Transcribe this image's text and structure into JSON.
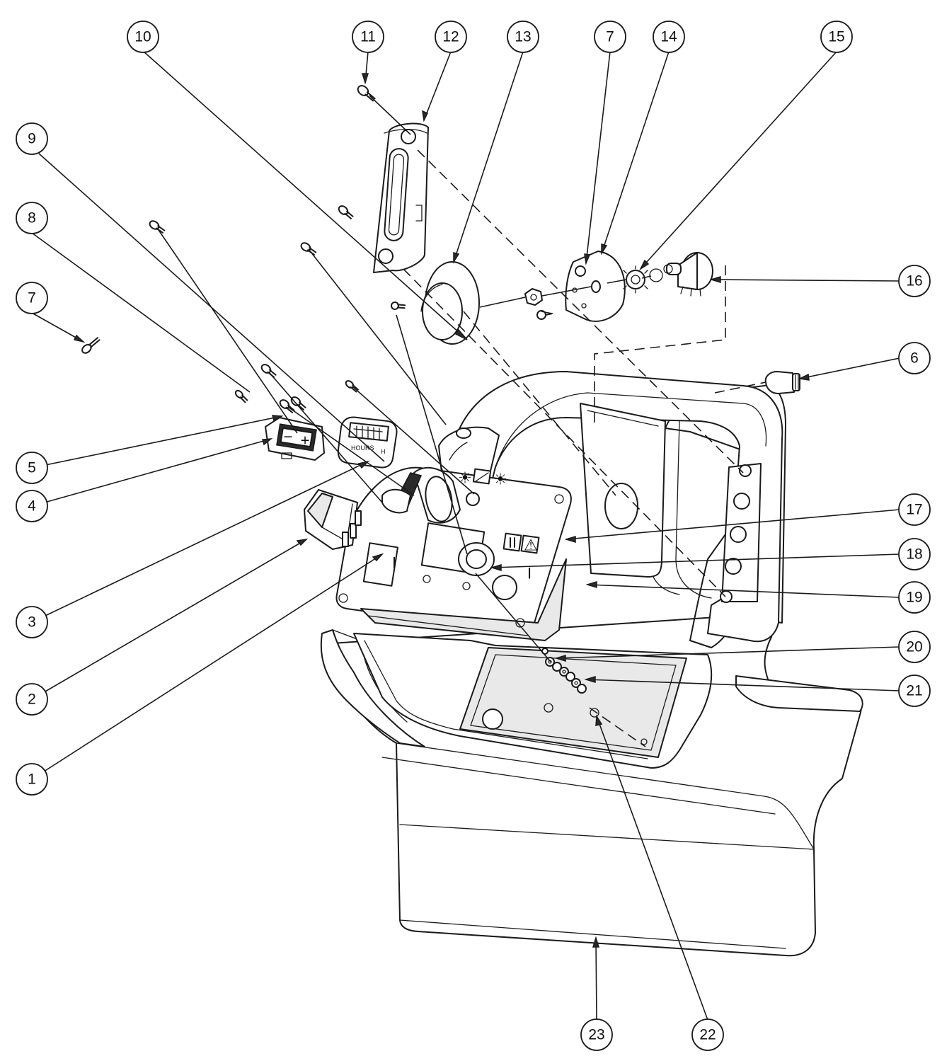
{
  "diagram": {
    "type": "exploded-parts-assembly",
    "callouts": [
      {
        "id": "c1",
        "label": "1"
      },
      {
        "id": "c2",
        "label": "2"
      },
      {
        "id": "c3",
        "label": "3"
      },
      {
        "id": "c4",
        "label": "4"
      },
      {
        "id": "c5",
        "label": "5"
      },
      {
        "id": "c6",
        "label": "6"
      },
      {
        "id": "c7a",
        "label": "7"
      },
      {
        "id": "c7b",
        "label": "7"
      },
      {
        "id": "c8",
        "label": "8"
      },
      {
        "id": "c9",
        "label": "9"
      },
      {
        "id": "c10",
        "label": "10"
      },
      {
        "id": "c11",
        "label": "11"
      },
      {
        "id": "c12",
        "label": "12"
      },
      {
        "id": "c13",
        "label": "13"
      },
      {
        "id": "c14",
        "label": "14"
      },
      {
        "id": "c15",
        "label": "15"
      },
      {
        "id": "c16",
        "label": "16"
      },
      {
        "id": "c17",
        "label": "17"
      },
      {
        "id": "c18",
        "label": "18"
      },
      {
        "id": "c19",
        "label": "19"
      },
      {
        "id": "c20",
        "label": "20"
      },
      {
        "id": "c21",
        "label": "21"
      },
      {
        "id": "c22",
        "label": "22"
      },
      {
        "id": "c23",
        "label": "23"
      }
    ],
    "decal_marks": {
      "switch_on": "I",
      "switch_on_2": "I",
      "hourmeter_text": "HOURS",
      "hourmeter_suffix": "H",
      "battery_minus": "−",
      "battery_plus": "+",
      "warning_glyph": "⚠",
      "sun_left": "☀",
      "sun_right": "☀"
    }
  }
}
